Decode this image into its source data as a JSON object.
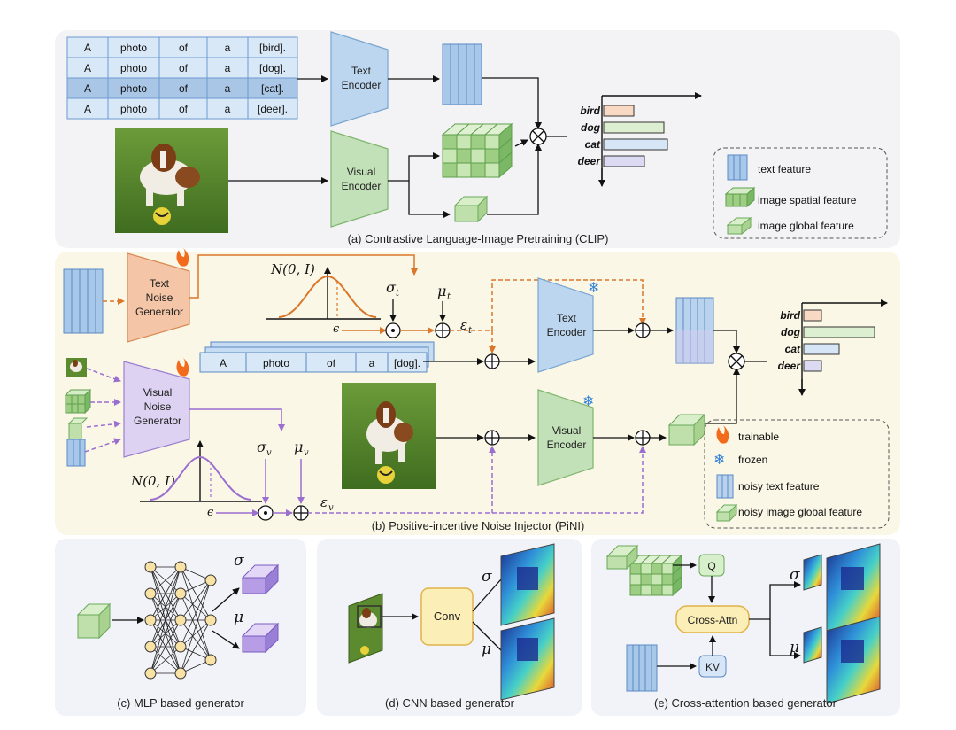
{
  "clip": {
    "tokens": [
      [
        "A",
        "photo",
        "of",
        "a",
        "[bird]."
      ],
      [
        "A",
        "photo",
        "of",
        "a",
        "[dog]."
      ],
      [
        "A",
        "photo",
        "of",
        "a",
        "[cat]."
      ],
      [
        "A",
        "photo",
        "of",
        "a",
        "[deer]."
      ]
    ],
    "text_encoder": [
      "Text",
      "Encoder"
    ],
    "visual_encoder": [
      "Visual",
      "Encoder"
    ],
    "classes": [
      "bird",
      "dog",
      "cat",
      "deer"
    ],
    "scores": [
      0.45,
      0.9,
      0.95,
      0.6
    ],
    "caption": "(a) Contrastive Language-Image Pretraining (CLIP)",
    "legend": [
      "text feature",
      "image spatial feature",
      "image global feature"
    ]
  },
  "pini": {
    "text_noise_gen": [
      "Text",
      "Noise",
      "Generator"
    ],
    "visual_noise_gen": [
      "Visual",
      "Noise",
      "Generator"
    ],
    "normal": "N(0, I)",
    "eps": "ϵ",
    "sigma_t": "σ",
    "sigma_t_sub": "t",
    "mu_t": "μ",
    "mu_t_sub": "t",
    "eps_t": "ε",
    "eps_t_sub": "t",
    "sigma_v": "σ",
    "sigma_v_sub": "v",
    "mu_v": "μ",
    "mu_v_sub": "v",
    "eps_v": "ε",
    "eps_v_sub": "v",
    "prompt": [
      "A",
      "photo",
      "of",
      "a",
      "[dog]."
    ],
    "text_encoder": [
      "Text",
      "Encoder"
    ],
    "visual_encoder": [
      "Visual",
      "Encoder"
    ],
    "classes": [
      "bird",
      "dog",
      "cat",
      "deer"
    ],
    "scores": [
      0.25,
      1.0,
      0.5,
      0.25
    ],
    "caption": "(b) Positive-incentive Noise Injector (PiNI)",
    "legend": [
      "trainable",
      "frozen",
      "noisy text feature",
      "noisy image global feature"
    ]
  },
  "gens": {
    "mlp_caption": "(c) MLP based generator",
    "cnn_caption": "(d) CNN based generator",
    "xattn_caption": "(e) Cross-attention based generator",
    "sigma": "σ",
    "mu": "μ",
    "conv": "Conv",
    "q": "Q",
    "kv": "KV",
    "cross_attn": "Cross-Attn"
  },
  "colors": {
    "text_blue": "#a8c8ea",
    "visual_green": "#b9dcae",
    "noise_orange": "#f4c5a6",
    "noise_purple": "#ddd2f2",
    "orange_line": "#d9772a",
    "purple_line": "#9b6fd0"
  }
}
